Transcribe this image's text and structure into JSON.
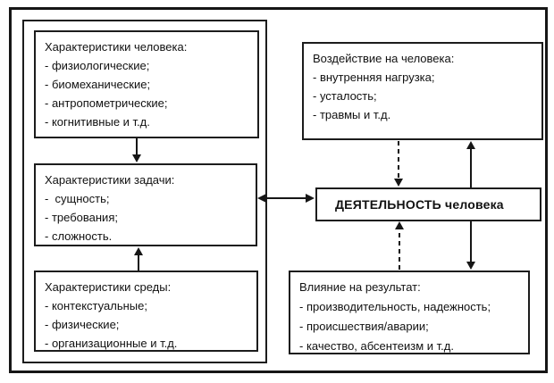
{
  "colors": {
    "background": "#ffffff",
    "border": "#161616",
    "text": "#111111"
  },
  "diagram": {
    "left_group": {
      "human": {
        "title": "Характеристики человека:",
        "items": [
          "- физиологические;",
          "- биомеханические;",
          "- антропометрические;",
          "- когнитивные и т.д."
        ]
      },
      "task": {
        "title": "Характеристики задачи:",
        "items": [
          "-  сущность;",
          "- требования;",
          "- сложность."
        ]
      },
      "environment": {
        "title": "Характеристики среды:",
        "items": [
          "- контекстуальные;",
          "- физические;",
          "- организационные и т.д."
        ]
      }
    },
    "impact": {
      "title": "Воздействие на человека:",
      "items": [
        "- внутренняя нагрузка;",
        "- усталость;",
        "- травмы и т.д."
      ]
    },
    "activity": {
      "label": "ДЕЯТЕЛЬНОСТЬ человека"
    },
    "result": {
      "title": "Влияние на результат:",
      "items": [
        "- производительность, надежность;",
        "- происшествия/аварии;",
        "- качество, абсентеизм и т.д."
      ]
    }
  }
}
